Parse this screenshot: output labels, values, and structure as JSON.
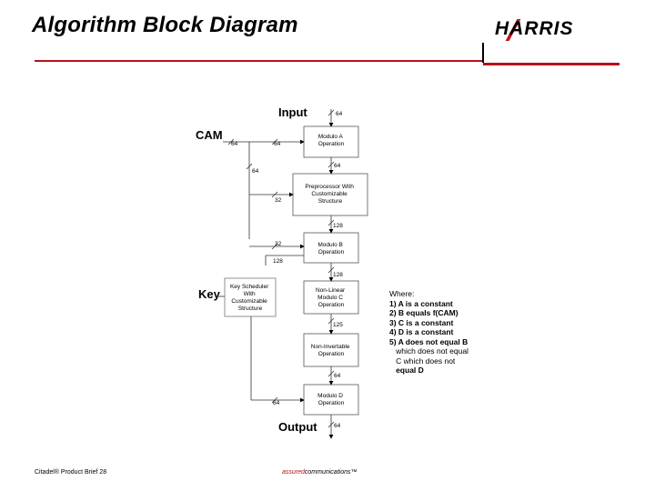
{
  "header": {
    "title": "Algorithm Block Diagram",
    "logo_text": "HARRIS"
  },
  "diagram": {
    "input_label": "Input",
    "output_label": "Output",
    "cam_label": "CAM",
    "key_label": "Key",
    "blocks": [
      {
        "lines": [
          "Modulo A",
          "Operation"
        ]
      },
      {
        "lines": [
          "Preprocessor With",
          "Customizable",
          "Structure"
        ]
      },
      {
        "lines": [
          "Modulo B",
          "Operation"
        ]
      },
      {
        "lines": [
          "Non-Linear",
          "Modulo C",
          "Operation"
        ]
      },
      {
        "lines": [
          "Non-Invertable",
          "Operation"
        ]
      },
      {
        "lines": [
          "Modulo D",
          "Operation"
        ]
      },
      {
        "lines": [
          "Key Scheduler",
          "With",
          "Customizable",
          "Structure"
        ]
      }
    ],
    "bus_widths": {
      "input": "64",
      "cam_out": "64",
      "cam_to_a": "64",
      "a_out": "64",
      "cam_down": "64",
      "to_pre": "32",
      "pre_out": "128",
      "to_b_32": "32",
      "to_b_128": "128",
      "b_out": "128",
      "c_out": "125",
      "ni_out": "64",
      "to_d": "64",
      "d_out": "64"
    }
  },
  "where": {
    "heading": "Where:",
    "items": [
      "1) A is a constant",
      "2) B equals f(CAM)",
      "3) C is a constant",
      "4) D is a constant",
      "5) A does not equal B",
      "   which does not equal",
      "   C which does not",
      "   equal D"
    ]
  },
  "footer": {
    "left": "Citadel® Product Brief 28",
    "mid_red": "assured",
    "mid_rest": "communications™"
  }
}
